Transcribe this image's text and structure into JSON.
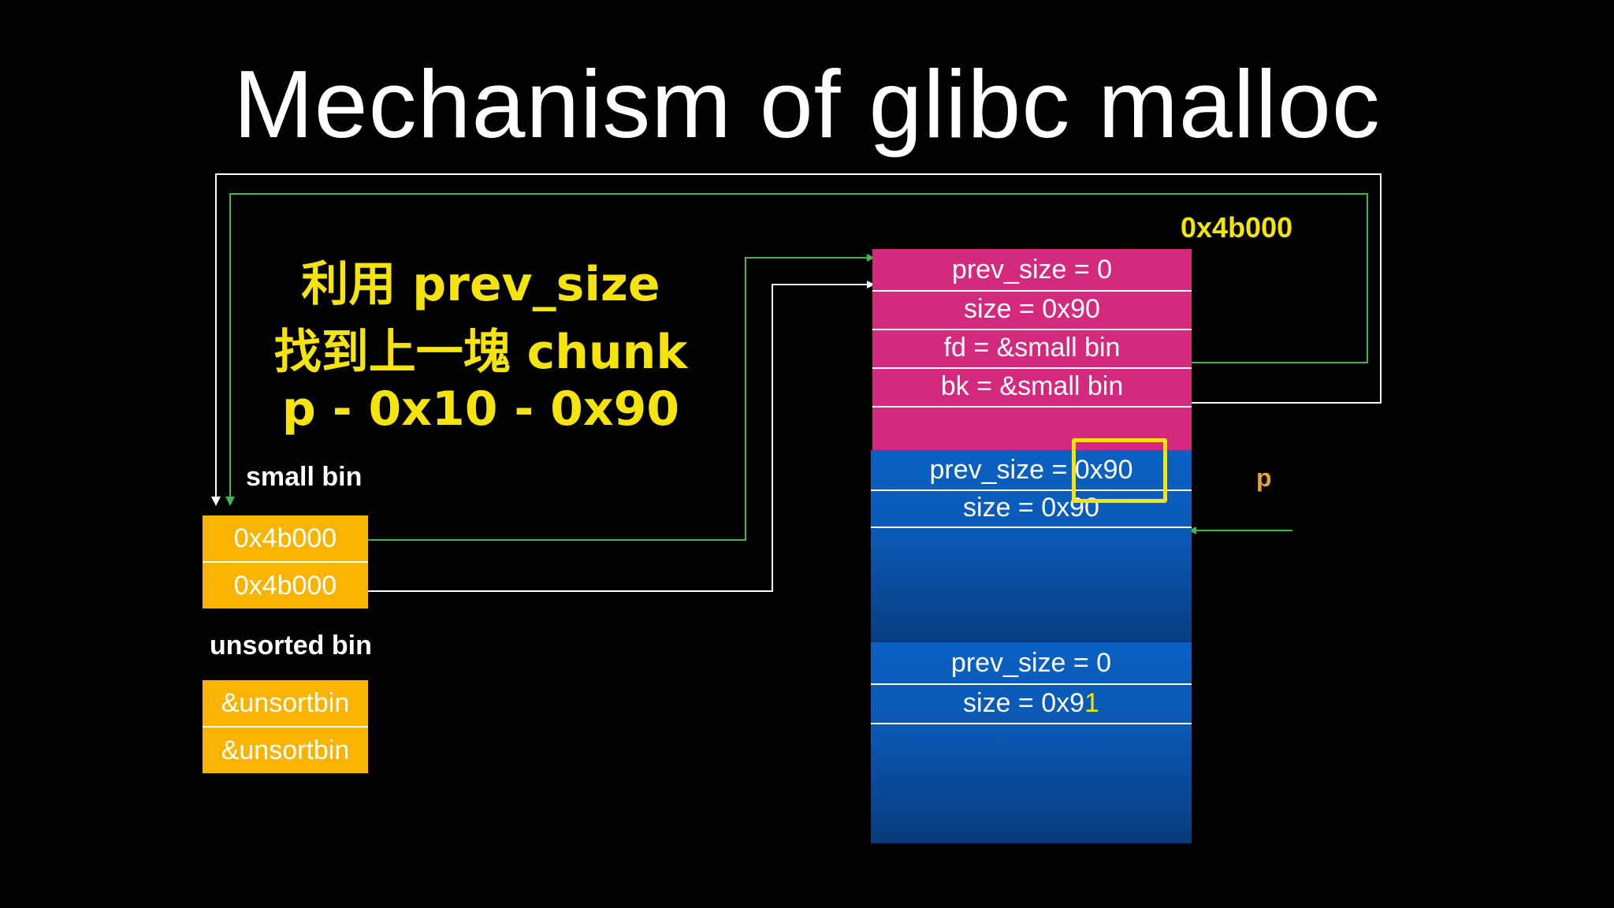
{
  "title": "Mechanism of glibc malloc",
  "note": {
    "line1": "利用 prev_size",
    "line2": "找到上一塊 chunk",
    "line3": "p - 0x10 - 0x90"
  },
  "address_label": "0x4b000",
  "pointer_label": "p",
  "small_bin": {
    "label": "small bin",
    "fd": "0x4b000",
    "bk": "0x4b000"
  },
  "unsorted_bin": {
    "label": "unsorted bin",
    "fd": "&unsortbin",
    "bk": "&unsortbin"
  },
  "chunks": {
    "free_chunk": {
      "prev_size": "prev_size = 0",
      "size": "size = 0x90",
      "fd": "fd = &small bin",
      "bk": "bk = &small bin"
    },
    "current_chunk": {
      "prev_size_prefix": "prev_size = ",
      "prev_size_value": "0x90",
      "size": "size = 0x90"
    },
    "next_chunk": {
      "prev_size": "prev_size = 0",
      "size_prefix": "size = 0x9",
      "size_highlight": "1"
    }
  },
  "colors": {
    "background": "#000000",
    "accent_yellow": "#f4e40c",
    "bin_orange": "#f8b400",
    "free_chunk_magenta": "#d42a7e",
    "chunk_blue": "#0a61c2",
    "link_green": "#3fb84a",
    "pointer_orange": "#e8a33c"
  }
}
